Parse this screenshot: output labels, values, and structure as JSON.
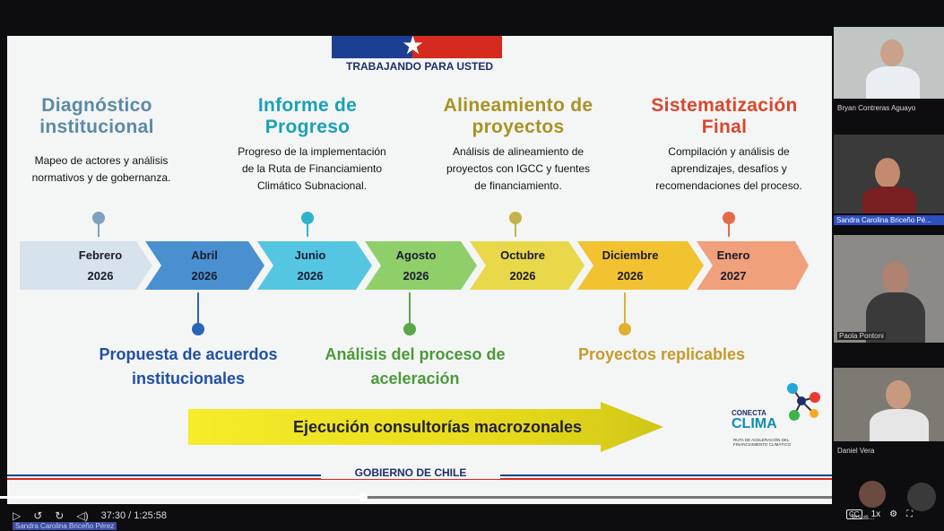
{
  "slide": {
    "header": "TRABAJANDO PARA USTED",
    "footer": "GOBIERNO DE CHILE",
    "top_phases": [
      {
        "title": "Diagnóstico institucional",
        "desc_lines": [
          "Mapeo de actores y análisis",
          "normativos y de gobernanza."
        ],
        "color": "#5b8aa6"
      },
      {
        "title": "Informe de Progreso",
        "desc_lines": [
          "Progreso de la implementación",
          "de la Ruta de Financiamiento",
          "Climático Subnacional."
        ],
        "color": "#17a2b8"
      },
      {
        "title": "Alineamiento de proyectos",
        "desc_lines": [
          "Análisis de alineamiento de",
          "proyectos con IGCC y fuentes",
          "de financiamiento."
        ],
        "color": "#a89324"
      },
      {
        "title": "Sistematización Final",
        "desc_lines": [
          "Compilación  y análisis de",
          "aprendizajes, desafíos y",
          "recomendaciones del proceso."
        ],
        "color": "#d9472b"
      }
    ],
    "timeline": [
      {
        "month": "Febrero",
        "year": "2026",
        "color": "#d6e3ec"
      },
      {
        "month": "Abril",
        "year": "2026",
        "color": "#4a90d0"
      },
      {
        "month": "Junio",
        "year": "2026",
        "color": "#55c6e2"
      },
      {
        "month": "Agosto",
        "year": "2026",
        "color": "#8ecf6a"
      },
      {
        "month": "Octubre",
        "year": "2026",
        "color": "#e8d84a"
      },
      {
        "month": "Diciembre",
        "year": "2026",
        "color": "#f2c230"
      },
      {
        "month": "Enero",
        "year": "2027",
        "color": "#f0a07a"
      }
    ],
    "bottom_phases": [
      {
        "title_lines": [
          "Propuesta de acuerdos",
          "institucionales"
        ],
        "color": "#1f4fa6"
      },
      {
        "title_lines": [
          "Análisis del proceso de",
          "aceleración"
        ],
        "color": "#4a9a3a"
      },
      {
        "title_lines": [
          "Proyectos replicables"
        ],
        "color": "#c79a2a"
      }
    ],
    "execution": "Ejecución consultorías macrozonales",
    "logo": {
      "line1": "CONECTA",
      "line2": "CLIMA",
      "line3": "RUTA DE ACELERACIÓN DEL FINANCIAMIENTO CLIMÁTICO"
    }
  },
  "player": {
    "time": "37:30 / 1:25:58",
    "progress": 0.436,
    "presenter": "Sandra Carolina Briceño Pérez",
    "speed": "1x",
    "cc": "CC"
  },
  "participants": [
    {
      "name": "Bryan Contreras Aguayo"
    },
    {
      "name": "Sandra Carolina Briceño Pé..."
    },
    {
      "name": "Paola Pontoni"
    },
    {
      "name": "Daniel Vera"
    },
    {
      "name": "Jesus..."
    }
  ]
}
